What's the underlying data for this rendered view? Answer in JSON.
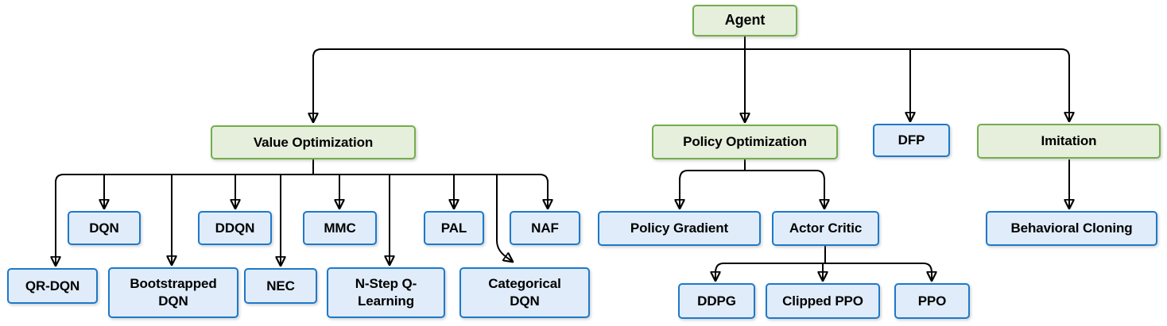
{
  "diagram": {
    "type": "flowchart-tree",
    "orientation": "top-down"
  },
  "colors": {
    "green_border": "#74ad4c",
    "green_fill": "#e5efdc",
    "blue_border": "#1d79cb",
    "blue_fill": "#e0ecf9",
    "line": "#000000",
    "text": "#000000",
    "background": "#ffffff"
  },
  "nodes": {
    "agent": {
      "label": "Agent",
      "style": "green"
    },
    "value_optimization": {
      "label": "Value Optimization",
      "style": "green"
    },
    "policy_optimization": {
      "label": "Policy Optimization",
      "style": "green"
    },
    "dfp": {
      "label": "DFP",
      "style": "blue"
    },
    "imitation": {
      "label": "Imitation",
      "style": "green"
    },
    "dqn": {
      "label": "DQN",
      "style": "blue"
    },
    "ddqn": {
      "label": "DDQN",
      "style": "blue"
    },
    "mmc": {
      "label": "MMC",
      "style": "blue"
    },
    "pal": {
      "label": "PAL",
      "style": "blue"
    },
    "naf": {
      "label": "NAF",
      "style": "blue"
    },
    "qr_dqn": {
      "label": "QR-DQN",
      "style": "blue"
    },
    "bootstrapped_dqn": {
      "label": "Bootstrapped DQN",
      "style": "blue"
    },
    "nec": {
      "label": "NEC",
      "style": "blue"
    },
    "n_step_q_learning": {
      "label": "N-Step Q-Learning",
      "style": "blue"
    },
    "categorical_dqn": {
      "label": "Categorical DQN",
      "style": "blue"
    },
    "policy_gradient": {
      "label": "Policy Gradient",
      "style": "blue"
    },
    "actor_critic": {
      "label": "Actor Critic",
      "style": "blue"
    },
    "behavioral_cloning": {
      "label": "Behavioral Cloning",
      "style": "blue"
    },
    "ddpg": {
      "label": "DDPG",
      "style": "blue"
    },
    "clipped_ppo": {
      "label": "Clipped PPO",
      "style": "blue"
    },
    "ppo": {
      "label": "PPO",
      "style": "blue"
    }
  },
  "edges": [
    {
      "from": "agent",
      "to": "value_optimization"
    },
    {
      "from": "agent",
      "to": "policy_optimization"
    },
    {
      "from": "agent",
      "to": "dfp"
    },
    {
      "from": "agent",
      "to": "imitation"
    },
    {
      "from": "value_optimization",
      "to": "qr_dqn"
    },
    {
      "from": "value_optimization",
      "to": "dqn"
    },
    {
      "from": "value_optimization",
      "to": "bootstrapped_dqn"
    },
    {
      "from": "value_optimization",
      "to": "ddqn"
    },
    {
      "from": "value_optimization",
      "to": "nec"
    },
    {
      "from": "value_optimization",
      "to": "mmc"
    },
    {
      "from": "value_optimization",
      "to": "n_step_q_learning"
    },
    {
      "from": "value_optimization",
      "to": "pal"
    },
    {
      "from": "value_optimization",
      "to": "categorical_dqn"
    },
    {
      "from": "value_optimization",
      "to": "naf"
    },
    {
      "from": "policy_optimization",
      "to": "policy_gradient"
    },
    {
      "from": "policy_optimization",
      "to": "actor_critic"
    },
    {
      "from": "actor_critic",
      "to": "ddpg"
    },
    {
      "from": "actor_critic",
      "to": "clipped_ppo"
    },
    {
      "from": "actor_critic",
      "to": "ppo"
    },
    {
      "from": "imitation",
      "to": "behavioral_cloning"
    }
  ]
}
